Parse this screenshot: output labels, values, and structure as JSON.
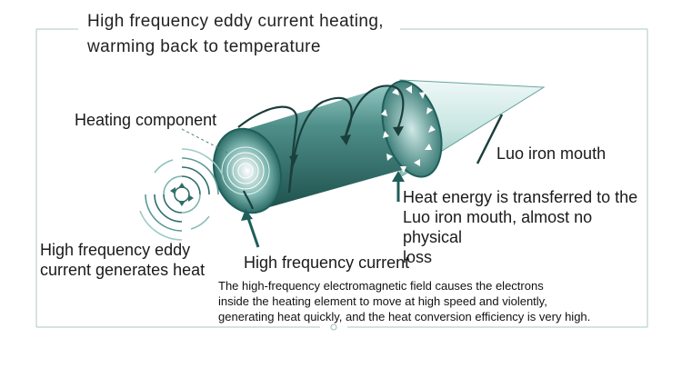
{
  "title": {
    "line1": "High frequency eddy current heating,",
    "line2": "warming back to temperature"
  },
  "labels": {
    "heating_component": "Heating component",
    "luo_iron_mouth": "Luo iron mouth",
    "heat_energy_line1": "Heat energy is transferred to the",
    "heat_energy_line2": "Luo iron mouth, almost no physical",
    "heat_energy_line3": "loss",
    "eddy_heat_line1": "High frequency eddy",
    "eddy_heat_line2": "current generates heat",
    "hf_current": "High frequency current"
  },
  "note": {
    "line1": "The high-frequency electromagnetic field causes the electrons",
    "line2": "inside the heating element to move at high speed and violently,",
    "line3": "generating heat quickly, and the heat conversion efficiency is very high."
  },
  "colors": {
    "teal_dark": "#1f5e5a",
    "teal_mid": "#4f8f8a",
    "teal_light": "#bfe0dc",
    "frame_line": "#b9d3d0"
  }
}
